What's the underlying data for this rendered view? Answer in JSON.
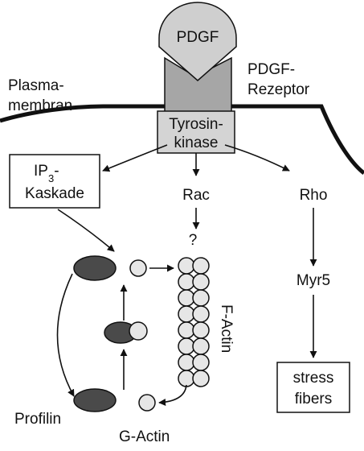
{
  "labels": {
    "pdgf": "PDGF",
    "receptor_line1": "PDGF-",
    "receptor_line2": "Rezeptor",
    "membrane_line1": "Plasma-",
    "membrane_line2": "membran",
    "kinase_line1": "Tyrosin-",
    "kinase_line2": "kinase",
    "ip3_base": "IP",
    "ip3_sub": "3",
    "ip3_suffix": "-",
    "ip3_line2": "Kaskade",
    "rac": "Rac",
    "rho": "Rho",
    "question": "?",
    "myr5": "Myr5",
    "stress_line1": "stress",
    "stress_line2": "fibers",
    "factin": "F-Actin",
    "profilin": "Profilin",
    "gactin": "G-Actin"
  },
  "colors": {
    "receptor_gray": "#a6a6a6",
    "pdgf_gray": "#cfcfcf",
    "kinase_gray": "#d4d4d4",
    "profilin_dark": "#4a4a4a",
    "actin_light": "#e6e6e6",
    "line": "#111111"
  }
}
